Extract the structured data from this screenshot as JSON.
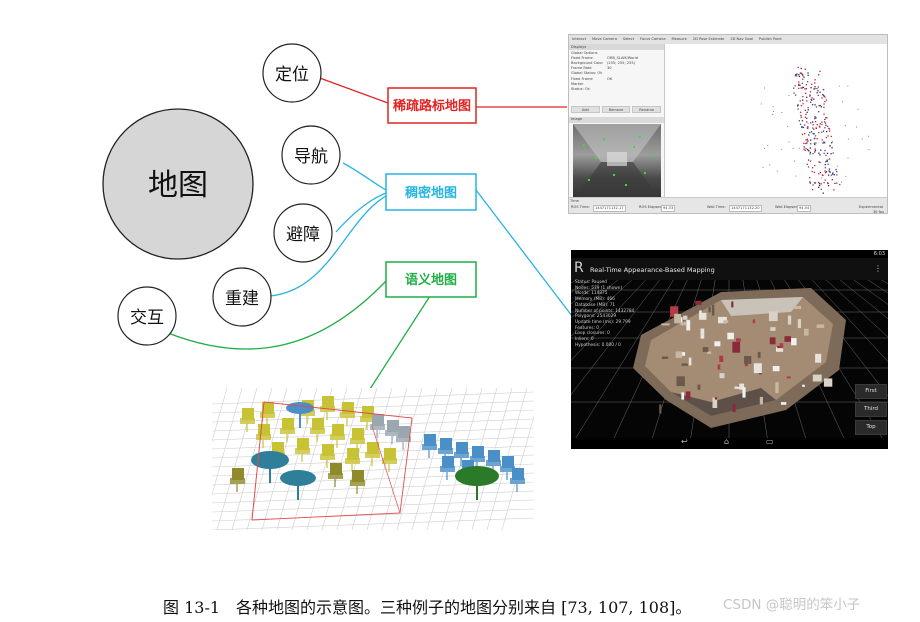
{
  "nodes": {
    "map": "地图",
    "localization": "定位",
    "navigation": "导航",
    "obstacle": "避障",
    "reconstruction": "重建",
    "interaction": "交互"
  },
  "boxes": {
    "sparse": "稀疏路标地图",
    "dense": "稠密地图",
    "semantic": "语义地图"
  },
  "colors": {
    "sparse": "#e02424",
    "dense": "#27b4e0",
    "semantic": "#1fae45",
    "circle_fill": "#d6d6d6"
  },
  "rviz": {
    "toolbar": [
      "Interact",
      "Move Camera",
      "Select",
      "Focus Camera",
      "Measure",
      "2D Pose Estimate",
      "2D Nav Goal",
      "Publish Point"
    ],
    "displays_title": "Displays",
    "tree": [
      [
        "Global Options",
        ""
      ],
      [
        "Fixed Frame",
        "ORB_SLAM/World"
      ],
      [
        "Background Color",
        "(255; 255; 255)"
      ],
      [
        "Frame Rate",
        "30"
      ],
      [
        "Global Status: Ok",
        ""
      ],
      [
        "Fixed Frame",
        "OK"
      ],
      [
        "Marker",
        ""
      ],
      [
        "Status: Ok",
        ""
      ]
    ],
    "buttons": [
      "Add",
      "Remove",
      "Rename"
    ],
    "image_title": "Image",
    "time_title": "Time",
    "time_fields": [
      [
        "ROS Time:",
        "1447171132.17"
      ],
      [
        "ROS Elapsed:",
        "94.53"
      ],
      [
        "Wall Time:",
        "1447171132.20"
      ],
      [
        "Wall Elapsed:",
        "94.54"
      ]
    ],
    "experimental": "Experimental",
    "fps": "30 fps"
  },
  "rtab": {
    "time": "6:03",
    "title": "Real-Time Appearance-Based Mapping",
    "stats": [
      "Status: Paused",
      "Nodes: 539 (1 shown)",
      "Words: 114875",
      "Memory (MB): 466",
      "Database (MB): 71",
      "Number of points: 1432784",
      "Polygons: 2543029",
      "Update time (ms): 29.799",
      "Features: 0",
      "Loop closures: 0",
      "Inliers: 0",
      "Hypothesis: 0.000 / 0"
    ],
    "buttons": [
      "First",
      "Third",
      "Top"
    ]
  },
  "caption": "图 13-1　各种地图的示意图。三种例子的地图分别来自 [73, 107, 108]。",
  "watermark": "CSDN @聪明的笨小子"
}
